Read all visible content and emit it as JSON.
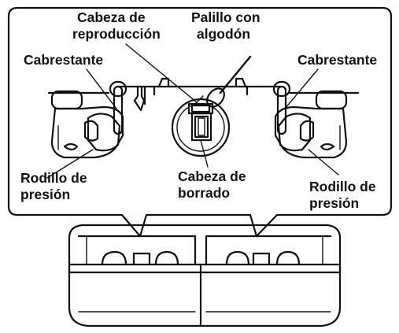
{
  "labels": {
    "playback_head": [
      "Cabeza de",
      "reproducción"
    ],
    "cotton_swab": [
      "Palillo con",
      "algodón"
    ],
    "capstan_left": "Cabrestante",
    "capstan_right": "Cabrestante",
    "pinch_roller_left": [
      "Rodillo de",
      "presión"
    ],
    "pinch_roller_right": [
      "Rodillo de",
      "presión"
    ],
    "erase_head": [
      "Cabeza de",
      "borrado"
    ]
  },
  "colors": {
    "ink": "#111111",
    "hatch": "#555555",
    "background": "#ffffff"
  }
}
